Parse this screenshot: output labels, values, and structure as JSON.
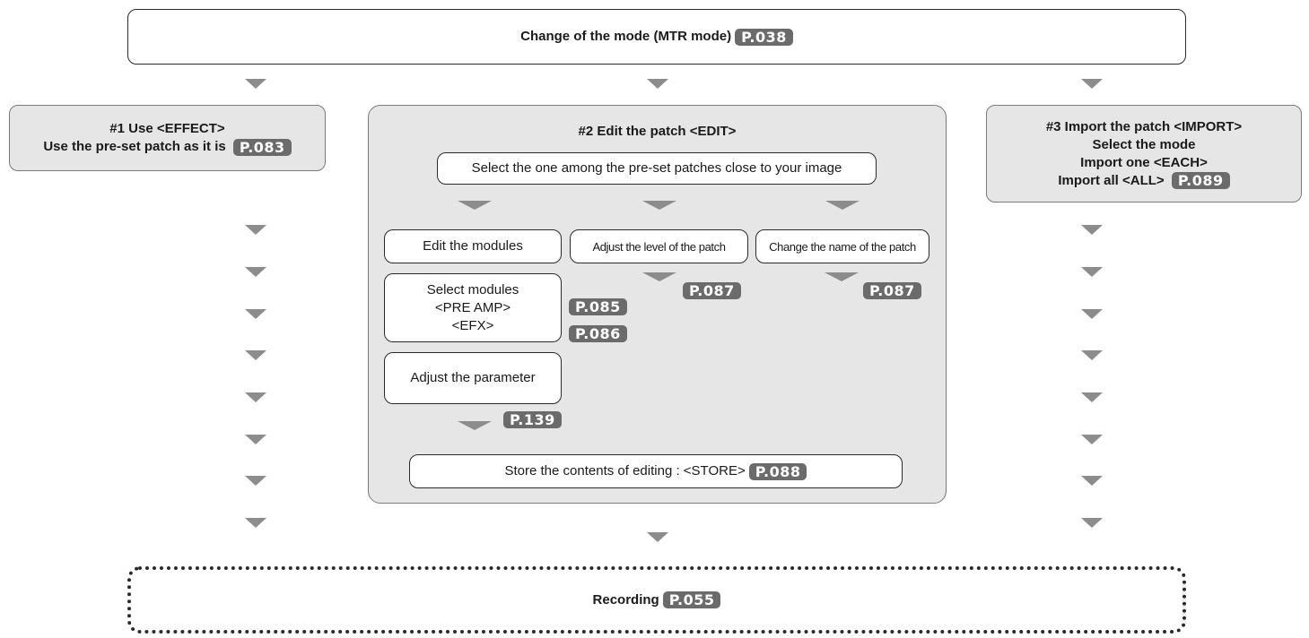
{
  "top": {
    "label": "Change of the mode (MTR mode)",
    "page": "P.038"
  },
  "col1": {
    "title": "#1 Use <EFFECT>",
    "line2": "Use the pre-set patch as it is",
    "page": "P.083"
  },
  "col2": {
    "title": "#2 Edit the patch <EDIT>",
    "select_preset": "Select the one among the pre-set patches close to your image",
    "edit_modules": "Edit the modules",
    "adjust_level": "Adjust the level of the patch",
    "adjust_level_page": "P.087",
    "change_name": "Change the name of the patch",
    "change_name_page": "P.087",
    "select_modules": [
      "Select modules",
      "<PRE AMP>",
      "<EFX>"
    ],
    "pre_amp_page": "P.085",
    "efx_page": "P.086",
    "adjust_param": "Adjust the parameter",
    "adjust_param_page": "P.139",
    "store": "Store the contents of editing : <STORE>",
    "store_page": "P.088"
  },
  "col3": {
    "title": "#3 Import the patch  <IMPORT>",
    "line2": "Select the mode",
    "line3": "Import one <EACH>",
    "line4": "Import all  <ALL>",
    "page": "P.089"
  },
  "bottom": {
    "label": "Recording",
    "page": "P.055"
  },
  "colors": {
    "badge": "#6b6b6b",
    "arrow": "#8c8c8c",
    "panel": "#e6e6e6"
  }
}
